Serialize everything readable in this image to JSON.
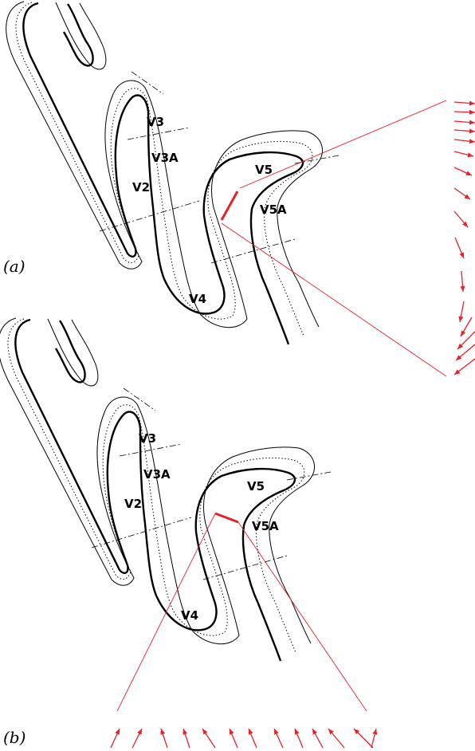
{
  "panels": {
    "a": {
      "label": "(a)",
      "areas": {
        "v3": "V3",
        "v3a": "V3A",
        "v2": "V2",
        "v5": "V5",
        "v5a": "V5A",
        "v4": "V4"
      }
    },
    "b": {
      "label": "(b)",
      "areas": {
        "v3": "V3",
        "v3a": "V3A",
        "v2": "V2",
        "v5": "V5",
        "v5a": "V5A",
        "v4": "V4"
      }
    }
  },
  "colors": {
    "highlight": "#e8202a",
    "outline": "#000000"
  }
}
